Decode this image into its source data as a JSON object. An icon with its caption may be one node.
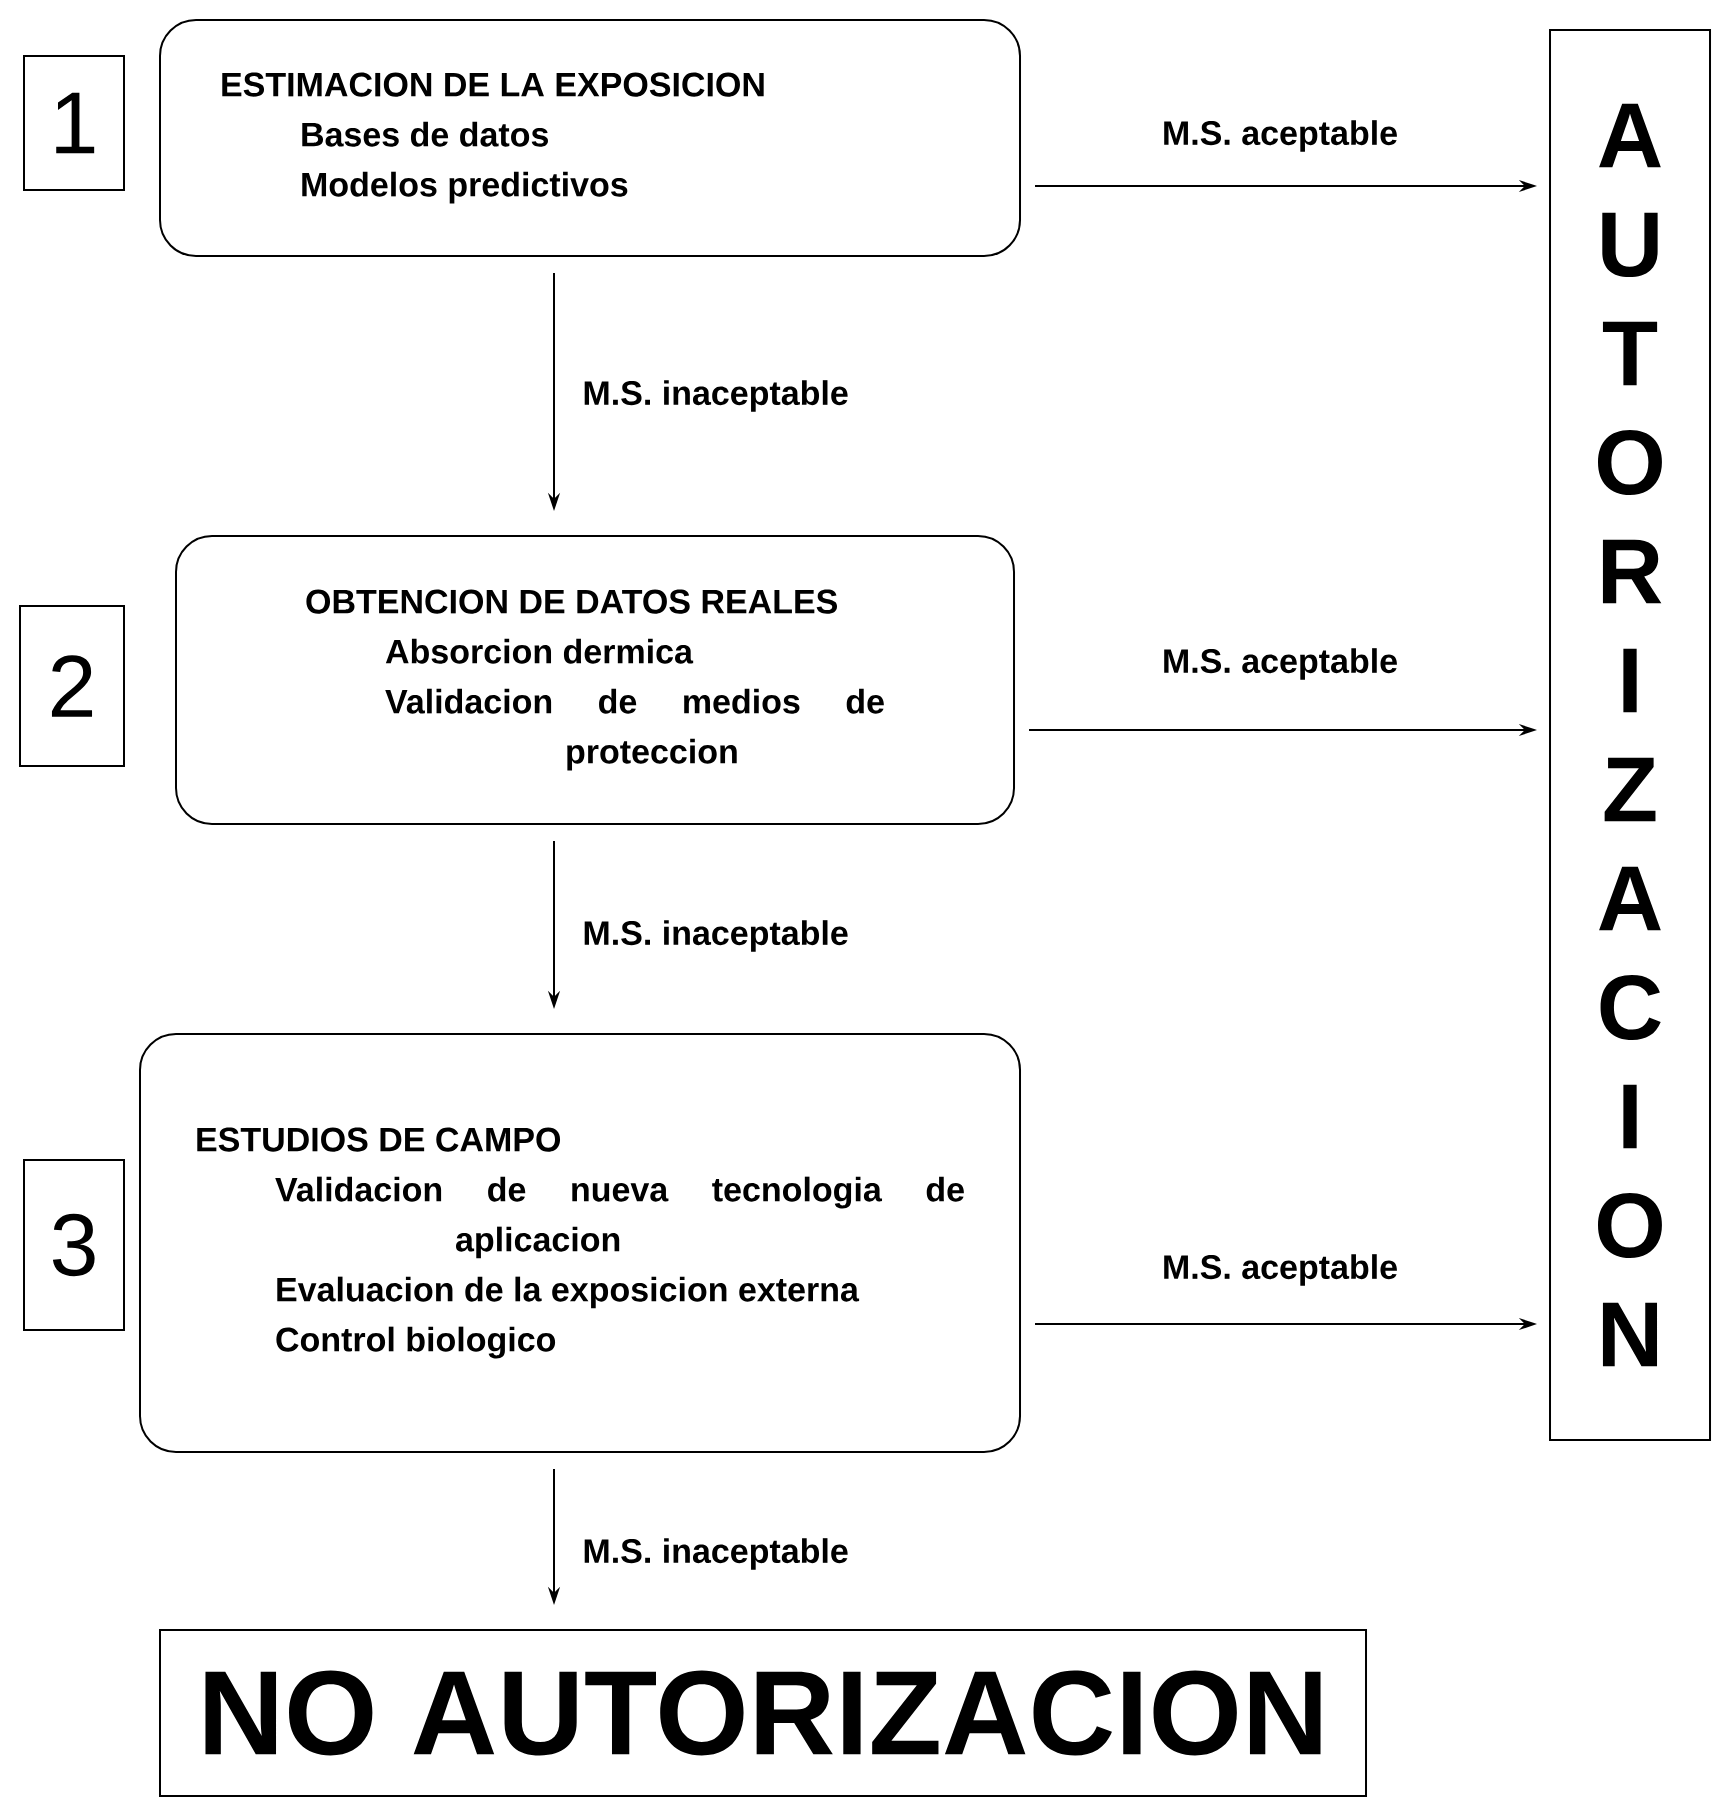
{
  "diagram": {
    "nodes": [
      {
        "text": [
          "1"
        ]
      },
      {
        "text": [
          "ESTIMACION DE LA EXPOSICION",
          "Bases de datos",
          "Modelos predictivos"
        ]
      },
      {
        "text": [
          "AUTORIZACION"
        ]
      },
      {
        "text": [
          "2"
        ]
      },
      {
        "text": [
          "OBTENCION DE DATOS REALES",
          "Absorcion dermica",
          "Validacion de medios de proteccion"
        ]
      },
      {
        "text": [
          "3"
        ]
      },
      {
        "text": [
          "ESTUDIOS DE CAMPO",
          "Validacion de nueva tecnologia de aplicacion",
          "Evaluacion de la exposicion externa",
          "Control biologico"
        ]
      },
      {
        "text": [
          "NO AUTORIZACION"
        ]
      }
    ],
    "edges": [
      {
        "from": 1,
        "to": 2,
        "arrow": "to",
        "label": "M.S. aceptable"
      },
      {
        "from": 1,
        "to": 4,
        "arrow": "to",
        "label": "M.S. inaceptable"
      },
      {
        "from": 4,
        "to": 2,
        "arrow": "to",
        "label": "M.S. aceptable"
      },
      {
        "from": 4,
        "to": 6,
        "arrow": "to",
        "label": "M.S. inaceptable"
      },
      {
        "from": 6,
        "to": 2,
        "arrow": "to",
        "label": "M.S. aceptable"
      },
      {
        "from": 6,
        "to": 7,
        "arrow": "to",
        "label": "M.S. inaceptable"
      }
    ]
  }
}
